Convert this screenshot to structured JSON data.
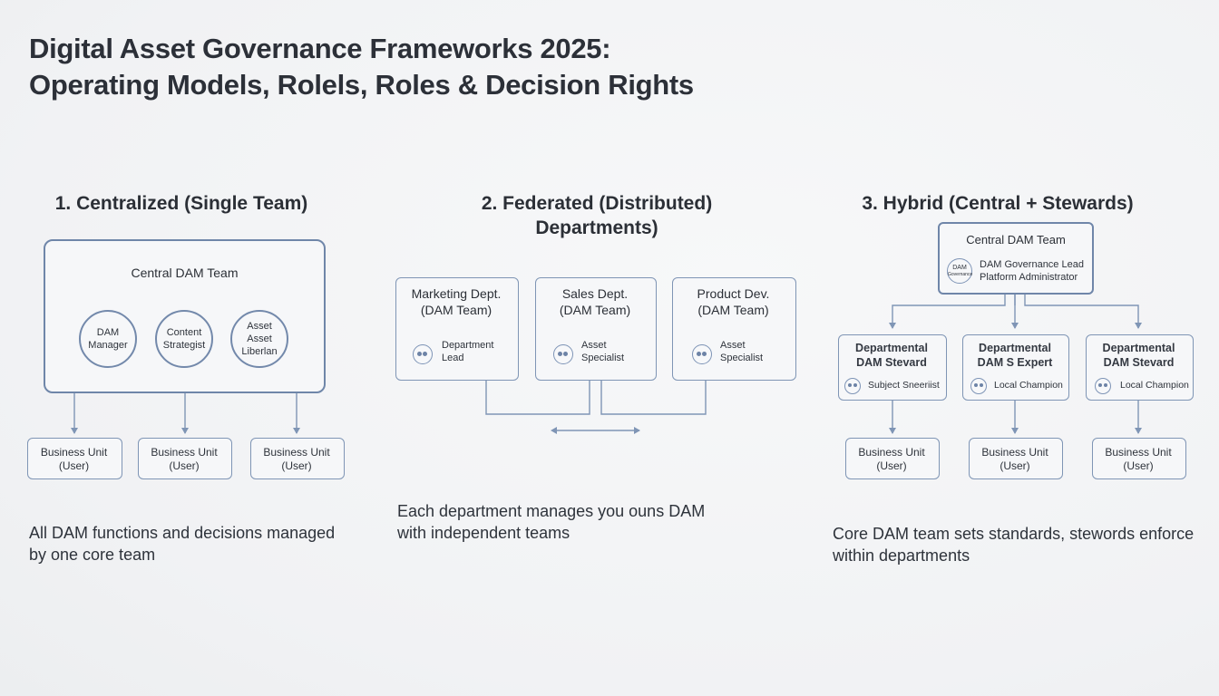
{
  "title": {
    "line1": "Digital Asset Governance Frameworks 2025:",
    "line2": "Operating Models, Rolels, Roles & Decision Rights"
  },
  "centralized": {
    "heading": "1. Centralized (Single Team)",
    "team": "Central DAM Team",
    "roles": [
      {
        "l1": "DAM",
        "l2": "Manager",
        "l3": ""
      },
      {
        "l1": "Content",
        "l2": "Strategist",
        "l3": ""
      },
      {
        "l1": "Asset",
        "l2": "Asset",
        "l3": "Liberlan"
      }
    ],
    "units": [
      {
        "l1": "Business Unit",
        "l2": "(User)"
      },
      {
        "l1": "Business Unit",
        "l2": "(User)"
      },
      {
        "l1": "Business Unit",
        "l2": "(User)"
      }
    ],
    "description": [
      "All DAM functions and decisions managed",
      "by one core team"
    ]
  },
  "federated": {
    "heading_l1": "2. Federated (Distributed)",
    "heading_l2": "Departments)",
    "depts": [
      {
        "l1": "Marketing Dept.",
        "l2": "(DAM Team)",
        "role1": "Department",
        "role2": "Lead"
      },
      {
        "l1": "Sales Dept.",
        "l2": "(DAM Team)",
        "role1": "Asset",
        "role2": "Specialist"
      },
      {
        "l1": "Product Dev.",
        "l2": "(DAM Team)",
        "role1": "Asset",
        "role2": "Specialist"
      }
    ],
    "description": [
      "Each department manages you ouns DAM",
      "with independent teams"
    ]
  },
  "hybrid": {
    "heading": "3. Hybrid (Central + Stewards)",
    "central": {
      "title": "Central DAM Team",
      "badge_l1": "DAM",
      "badge_l2": "Governance",
      "role1": "DAM Governance Lead",
      "role2": "Platform Administrator"
    },
    "stewards": [
      {
        "l1": "Departmental",
        "l2": "DAM Stevard",
        "role": "Subject Sneeriist"
      },
      {
        "l1": "Departmental",
        "l2": "DAM S Expert",
        "role": "Local Champion"
      },
      {
        "l1": "Departmental",
        "l2": "DAM Stevard",
        "role": "Local Champion"
      }
    ],
    "units": [
      {
        "l1": "Business Unit",
        "l2": "(User)"
      },
      {
        "l1": "Business Unit",
        "l2": "(User)"
      },
      {
        "l1": "Business Unit",
        "l2": "(User)"
      }
    ],
    "description": [
      "Core DAM team sets standards, stewords enforce",
      "within departments"
    ]
  },
  "colors": {
    "line": "#7f95b5",
    "border": "#6f86a9"
  }
}
